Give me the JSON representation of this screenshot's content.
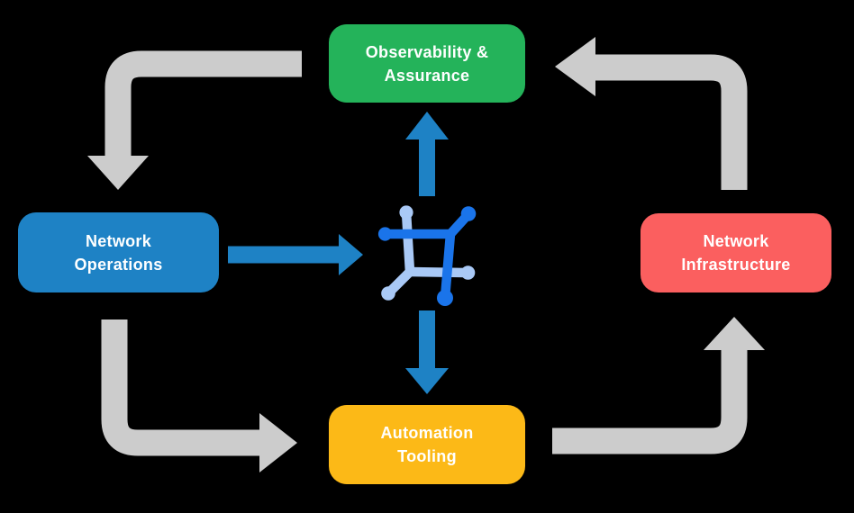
{
  "canvas": {
    "background": "#000000"
  },
  "colors": {
    "cycle_arrow": "#cccccc",
    "flow_arrow": "#1e82c5",
    "icon_dark": "#1a74ea",
    "icon_light": "#a9c9f6",
    "node_observability": "#24b35a",
    "node_operations": "#1e82c5",
    "node_infrastructure": "#fb5f5f",
    "node_automation": "#fcb917",
    "label_text": "#ffffff"
  },
  "nodes": {
    "observability": {
      "line1": "Observability &",
      "line2": "Assurance",
      "color": "#24b35a",
      "position": "top"
    },
    "operations": {
      "line1": "Network",
      "line2": "Operations",
      "color": "#1e82c5",
      "position": "left"
    },
    "infrastructure": {
      "line1": "Network",
      "line2": "Infrastructure",
      "color": "#fb5f5f",
      "position": "right"
    },
    "automation": {
      "line1": "Automation",
      "line2": "Tooling",
      "color": "#fcb917",
      "position": "bottom"
    }
  },
  "center_icon": {
    "name": "network-mesh-icon"
  },
  "arrows": {
    "cycle": [
      {
        "from": "observability",
        "to": "operations"
      },
      {
        "from": "operations",
        "to": "automation"
      },
      {
        "from": "automation",
        "to": "infrastructure"
      },
      {
        "from": "infrastructure",
        "to": "observability"
      }
    ],
    "flows": [
      {
        "from": "operations",
        "to": "center-icon"
      },
      {
        "from": "center-icon",
        "to": "observability"
      },
      {
        "from": "center-icon",
        "to": "automation"
      }
    ]
  }
}
